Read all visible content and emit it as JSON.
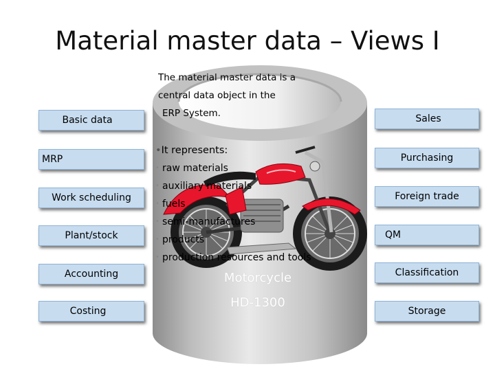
{
  "title": "Material master data – Views I",
  "description": [
    "The material master data is a",
    "central data object in the",
    "ERP System."
  ],
  "represents": {
    "heading": "It represents:",
    "items": [
      "raw materials",
      "auxiliary materials",
      "fuels",
      "semi-manufactures",
      "products",
      "production resources and tools"
    ]
  },
  "left_views": [
    "Basic data",
    "MRP",
    "Work scheduling",
    "Plant/stock",
    "Accounting",
    "Costing"
  ],
  "right_views": [
    "Sales",
    "Purchasing",
    "Foreign trade",
    "QM",
    "Classification",
    "Storage"
  ],
  "motorcycle_label": [
    "Motorcycle",
    "HD-1300"
  ],
  "colors": {
    "box_fill": "#c7dcef",
    "cylinder": "#c9c9c9",
    "bike_red": "#e8162c"
  }
}
